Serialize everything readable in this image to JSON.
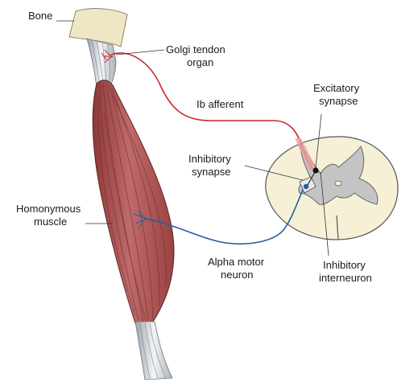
{
  "labels": {
    "bone": "Bone",
    "golgi_line1": "Golgi tendon",
    "golgi_line2": "organ",
    "ib_afferent": "Ib afferent",
    "excitatory_line1": "Excitatory",
    "excitatory_line2": "synapse",
    "inhibitory_syn_line1": "Inhibitory",
    "inhibitory_syn_line2": "synapse",
    "homonymous_line1": "Homonymous",
    "homonymous_line2": "muscle",
    "alpha_line1": "Alpha motor",
    "alpha_line2": "neuron",
    "interneuron_line1": "Inhibitory",
    "interneuron_line2": "interneuron"
  },
  "colors": {
    "ib_afferent_fiber": "#c9262c",
    "alpha_motor_fiber": "#1f5fa8",
    "muscle": "#b45a5a",
    "bone": "#efe6c4",
    "gray_matter": "#c4c4c4",
    "white_matter": "#f6f1d6"
  }
}
